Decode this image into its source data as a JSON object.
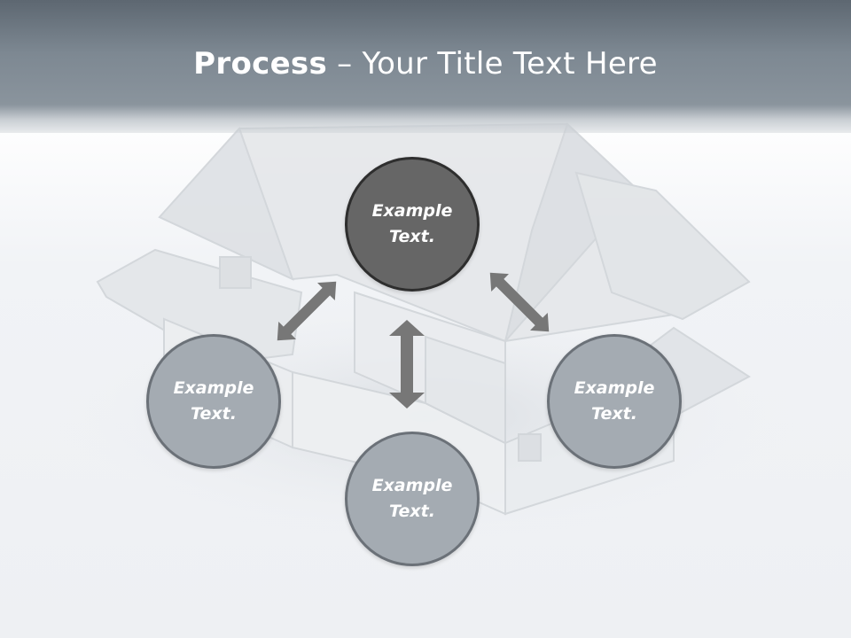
{
  "title": {
    "bold": "Process",
    "rest": " – Your Title Text Here"
  },
  "nodes": [
    {
      "line1": "Example",
      "line2": "Text."
    },
    {
      "line1": "Example",
      "line2": "Text."
    },
    {
      "line1": "Example",
      "line2": "Text."
    },
    {
      "line1": "Example",
      "line2": "Text."
    }
  ],
  "colors": {
    "header": "#7d8892",
    "center_circle": "#666666",
    "outer_circle": "#a4abb2",
    "arrow": "#777777"
  },
  "icons": [
    "house-illustration",
    "double-arrow-icon"
  ]
}
